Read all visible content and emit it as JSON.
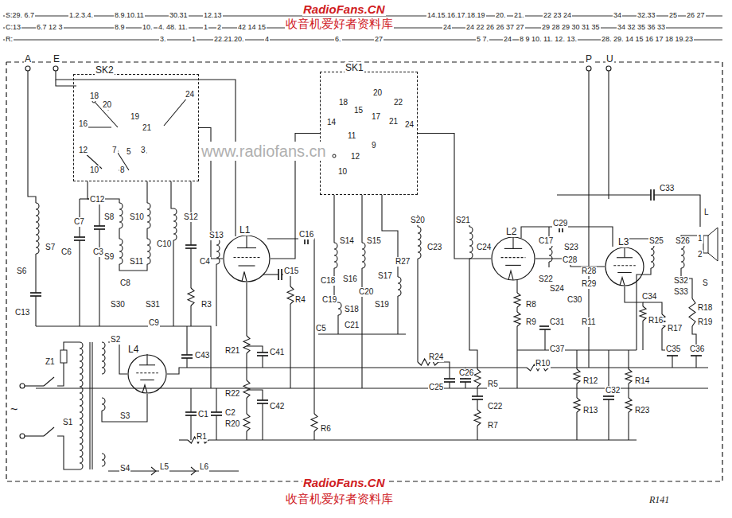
{
  "diagram": {
    "nodes": [
      {
        "text": [
          "SK2"
        ]
      },
      {
        "text": [
          "SK1"
        ]
      },
      {
        "text": [
          "L1"
        ]
      },
      {
        "text": [
          "L2"
        ]
      },
      {
        "text": [
          "L3"
        ]
      },
      {
        "text": [
          "L4"
        ]
      }
    ],
    "edges": [
      {
        "from": 0,
        "to": 2,
        "arrow": "none"
      },
      {
        "from": 2,
        "to": 1,
        "arrow": "none"
      },
      {
        "from": 1,
        "to": 3,
        "arrow": "none"
      },
      {
        "from": 3,
        "to": 4,
        "arrow": "none"
      }
    ],
    "labels": [
      "RadioFans.CN",
      "收音机爱好者资料库",
      "S:29. 6.7",
      "1.2.3.4.",
      "8.9.10.11",
      "30.31",
      "12.13",
      "14.15.16.17.18.19",
      "20.",
      "21.",
      "22 23 24",
      "34",
      "32.33",
      "25",
      "26 27",
      "C:13",
      "6.7 12 3",
      "8.9",
      "10.",
      "4. 48. 11.",
      "1",
      "2",
      "42 14 15",
      "24",
      "24 22 26 26 37 27",
      "29 28 29 30 31 35",
      "34 32 35 36 33",
      "R:",
      "3.",
      "1",
      "22.21.20.",
      "4",
      "6.",
      "27",
      "5 7.",
      "24",
      "8 9 10. 11. 12. 13.",
      "28. 29. 14 15 16 17 18 19.23",
      "www.radiofans.cn",
      "A",
      "E",
      "P",
      "U",
      "18",
      "20",
      "24",
      "16",
      "19",
      "21",
      "12",
      "7",
      "5",
      "3",
      "10",
      "8",
      "18",
      "15",
      "20",
      "22",
      "14",
      "17",
      "21",
      "24",
      "11",
      "9",
      "12",
      "10",
      "S6",
      "C13",
      "S7",
      "C12",
      "C7",
      "C6",
      "C3",
      "S8",
      "S10",
      "S9",
      "S11",
      "C10",
      "C8",
      "S30",
      "S31",
      "C9",
      "S12",
      "C4",
      "S13",
      "R3",
      "C16",
      "C15",
      "R4",
      "C43",
      "R21",
      "R22",
      "R20",
      "C41",
      "C42",
      "R6",
      "C1",
      "C2",
      "R1",
      "~",
      "Z1",
      "S1",
      "S2",
      "S3",
      "S4",
      "L5",
      "L6",
      "S14",
      "S15",
      "R27",
      "C18",
      "S16",
      "C20",
      "S17",
      "C19",
      "S18",
      "S19",
      "C21",
      "C5",
      "S20",
      "C23",
      "S21",
      "C24",
      "C17",
      "C29",
      "S22",
      "S23",
      "C28",
      "S24",
      "R28",
      "R29",
      "C30",
      "R8",
      "R9",
      "C31",
      "R11",
      "C37",
      "R12",
      "C32",
      "R13",
      "R14",
      "R23",
      "C33",
      "S25",
      "S26",
      "C34",
      "S32",
      "S33",
      "R16",
      "R17",
      "R18",
      "R19",
      "C35",
      "C36",
      "L",
      "1",
      "2",
      "S",
      "R24",
      "R10",
      "C25",
      "C26",
      "R5",
      "C22",
      "R7",
      "R141",
      "RadioFans.CN",
      "收音机爱好者资料库"
    ]
  }
}
